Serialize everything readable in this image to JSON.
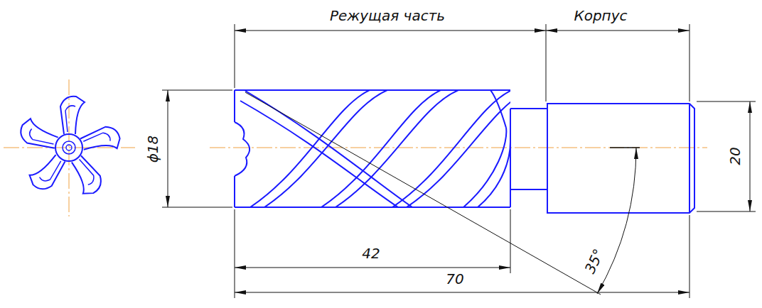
{
  "diagram": {
    "labels": [
      "Режущая часть",
      "Корпус",
      "ϕ18",
      "20",
      "42",
      "70",
      "35°"
    ]
  }
}
